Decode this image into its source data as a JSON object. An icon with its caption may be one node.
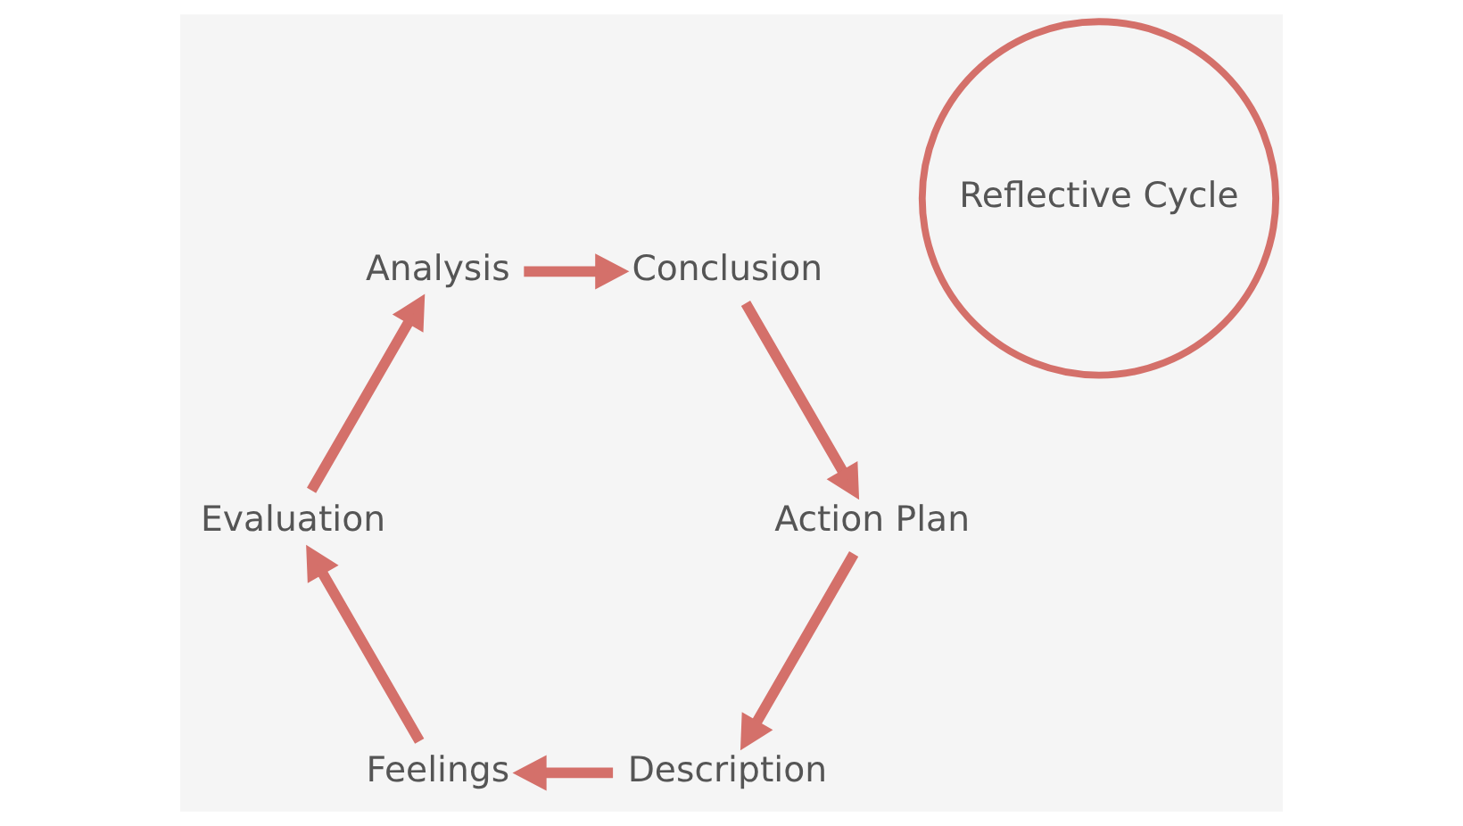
{
  "diagram": {
    "nodes": [
      {
        "text": [
          "Reflective Cycle"
        ]
      },
      {
        "text": [
          "Description"
        ]
      },
      {
        "text": [
          "Feelings"
        ]
      },
      {
        "text": [
          "Evaluation"
        ]
      },
      {
        "text": [
          "Analysis"
        ]
      },
      {
        "text": [
          "Conclusion"
        ]
      },
      {
        "text": [
          "Action Plan"
        ]
      }
    ],
    "edges": [
      {
        "from": 1,
        "to": 2,
        "arrow": "to"
      },
      {
        "from": 2,
        "to": 3,
        "arrow": "to"
      },
      {
        "from": 3,
        "to": 4,
        "arrow": "to"
      },
      {
        "from": 4,
        "to": 5,
        "arrow": "to"
      },
      {
        "from": 5,
        "to": 6,
        "arrow": "to"
      },
      {
        "from": 6,
        "to": 1,
        "arrow": "to"
      }
    ]
  }
}
